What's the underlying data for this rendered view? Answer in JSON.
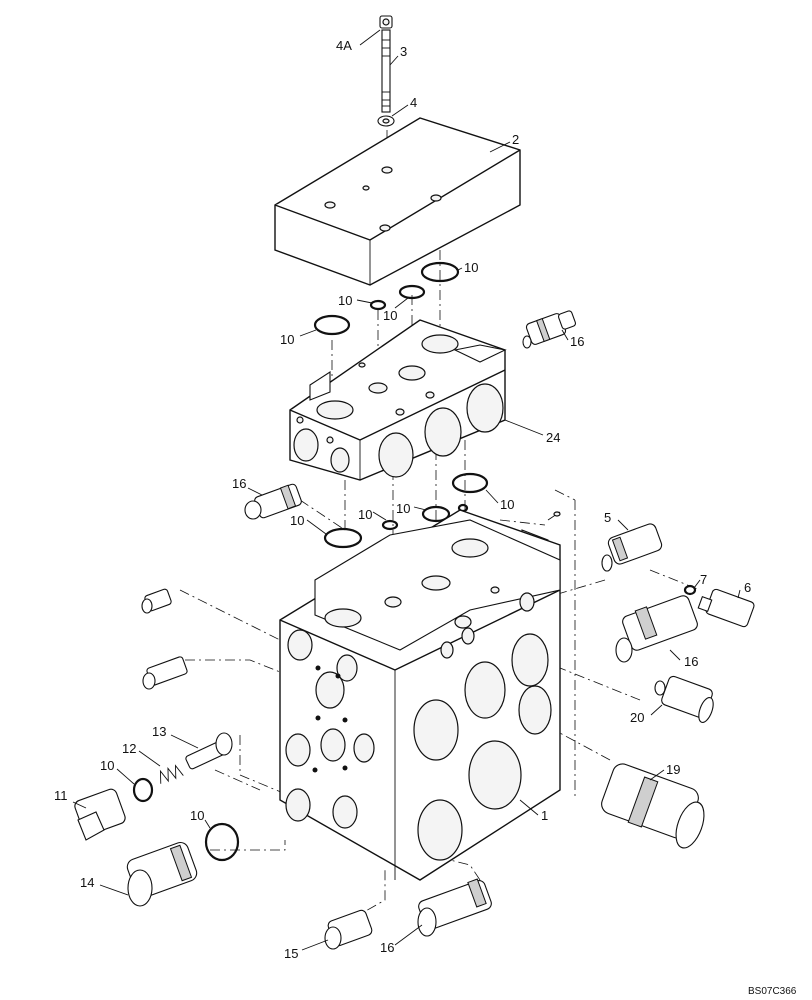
{
  "diagram": {
    "callouts": {
      "c1": "1",
      "c2": "2",
      "c3": "3",
      "c4": "4",
      "c4a": "4A",
      "c5": "5",
      "c6": "6",
      "c7": "7",
      "c10_a": "10",
      "c10_b": "10",
      "c10_c": "10",
      "c10_d": "10",
      "c10_e": "10",
      "c10_f": "10",
      "c10_g": "10",
      "c10_h": "10",
      "c10_i": "10",
      "c10_j": "10",
      "c11": "11",
      "c12": "12",
      "c13": "13",
      "c14": "14",
      "c15": "15",
      "c16_a": "16",
      "c16_b": "16",
      "c16_c": "16",
      "c16_d": "16",
      "c19": "19",
      "c20": "20",
      "c24": "24"
    },
    "drawing_code": "BS07C366"
  }
}
